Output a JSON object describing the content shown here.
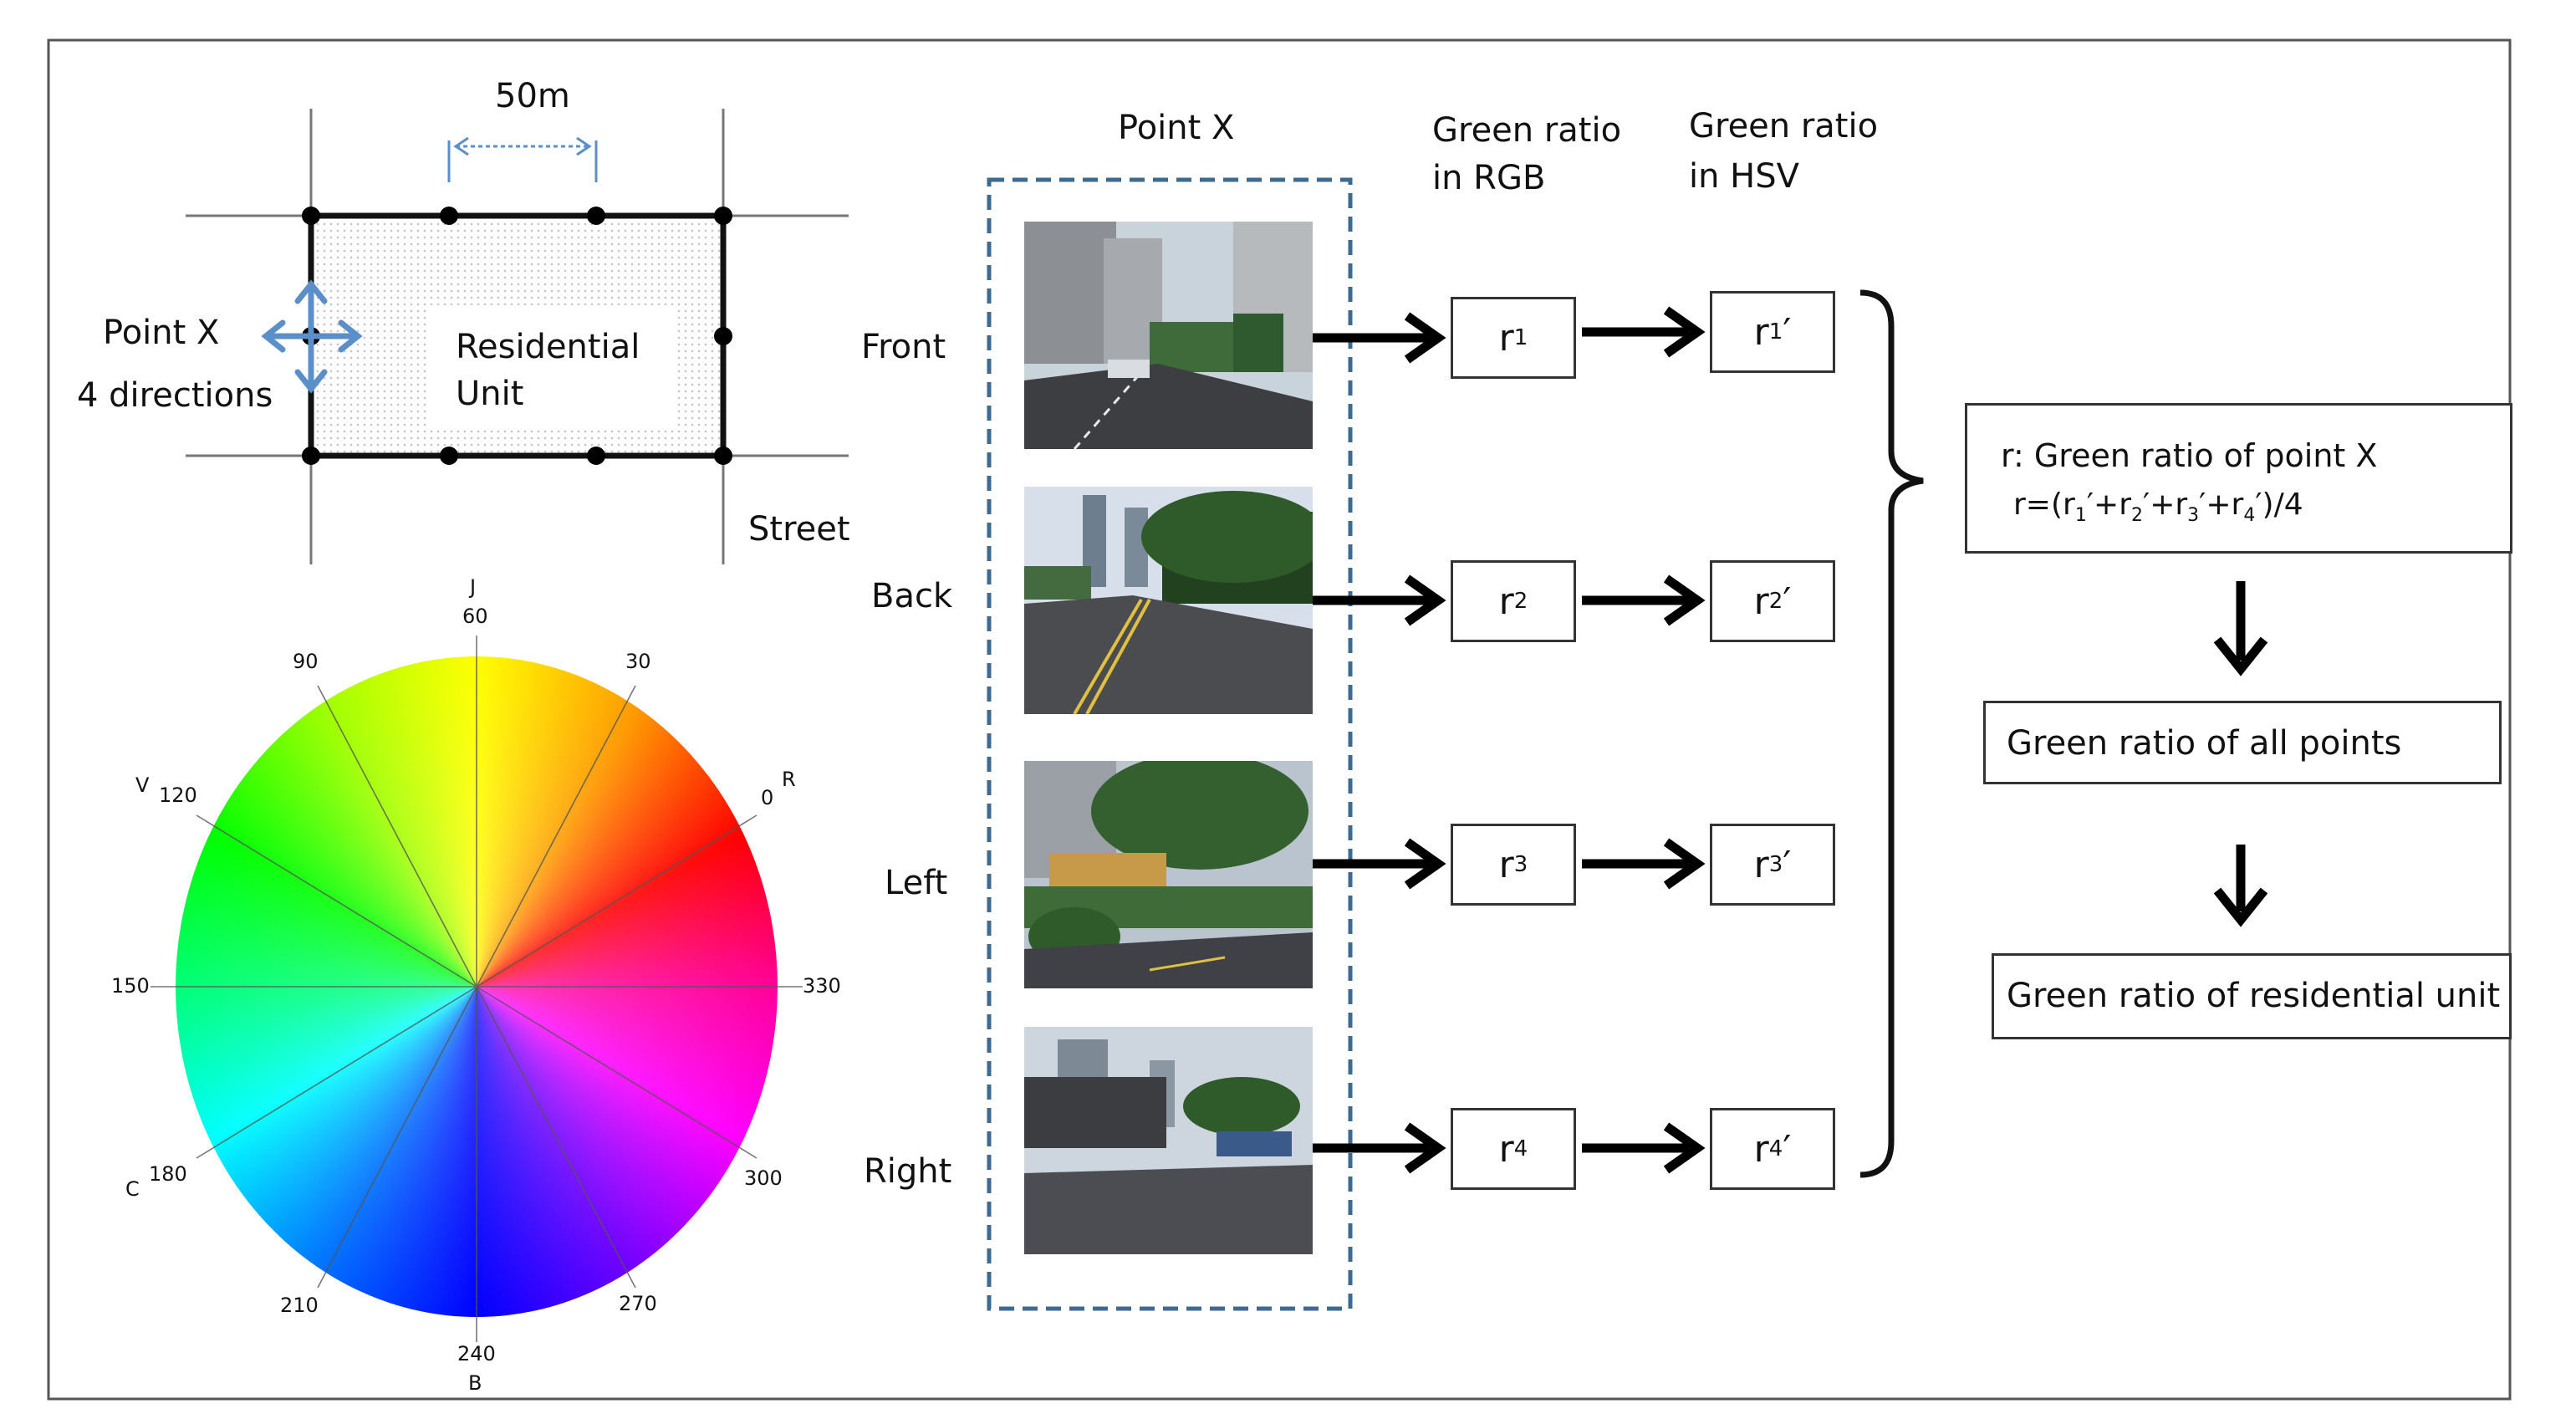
{
  "block": {
    "scale_label": "50m",
    "point_label": "Point X",
    "directions_label": "4 directions",
    "unit_label_line1": "Residential",
    "unit_label_line2": "Unit",
    "street_label": "Street"
  },
  "wheel": {
    "hue_labels": [
      "60",
      "30",
      "0",
      "330",
      "300",
      "270",
      "240",
      "210",
      "180",
      "150",
      "120",
      "90"
    ],
    "letter_labels": {
      "y": "J",
      "r": "R",
      "v": "V",
      "c": "C",
      "b": "B"
    }
  },
  "photos": {
    "column_title": "Point X",
    "directions": [
      "Front",
      "Back",
      "Left",
      "Right"
    ]
  },
  "ratios": {
    "rgb_header_line1": "Green ratio",
    "rgb_header_line2": "in RGB",
    "hsv_header_line1": "Green ratio",
    "hsv_header_line2": "in HSV",
    "rgb_base": "r",
    "rgb_subs": [
      "1",
      "2",
      "3",
      "4"
    ],
    "hsv_base": "r",
    "hsv_prime": "′"
  },
  "results": {
    "point_ratio_title": "r: Green ratio of point X",
    "formula": {
      "lhs": "r=(",
      "terms": [
        "r",
        "r",
        "r",
        "r"
      ],
      "subs": [
        "1",
        "2",
        "3",
        "4"
      ],
      "prime": "′",
      "plus": "+",
      "rhs": ")/4"
    },
    "all_points": "Green ratio of all points",
    "residential_unit": "Green ratio of residential unit"
  }
}
